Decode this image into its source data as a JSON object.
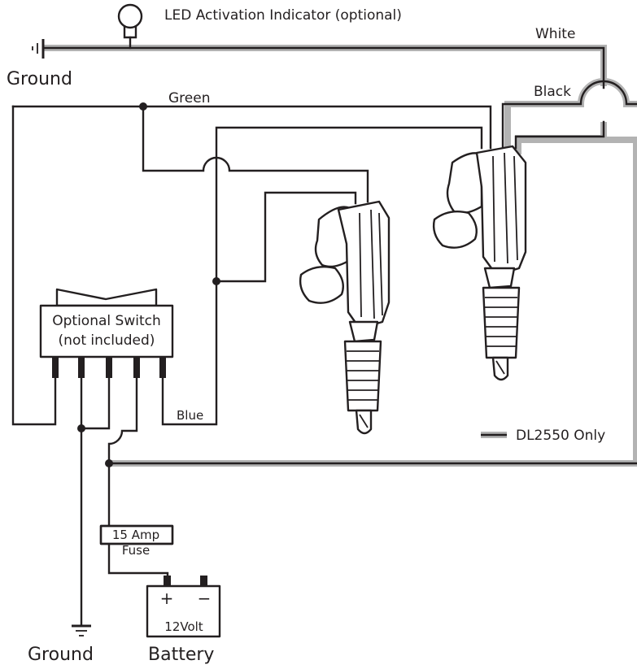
{
  "labels": {
    "led_indicator": "LED Activation Indicator (optional)",
    "ground_top": "Ground",
    "white": "White",
    "black": "Black",
    "green": "Green",
    "blue": "Blue",
    "switch_line1": "Optional Switch",
    "switch_line2": "(not included)",
    "dl2550_only": "DL2550 Only",
    "fuse_line1": "15 Amp",
    "fuse_line2": "Fuse",
    "battery_voltage": "12Volt",
    "battery_plus": "+",
    "battery_minus": "−",
    "ground_bottom": "Ground",
    "battery": "Battery"
  },
  "colors": {
    "wire": "#231f20",
    "dl2550_highlight": "#b3b3b3",
    "background": "#ffffff"
  }
}
